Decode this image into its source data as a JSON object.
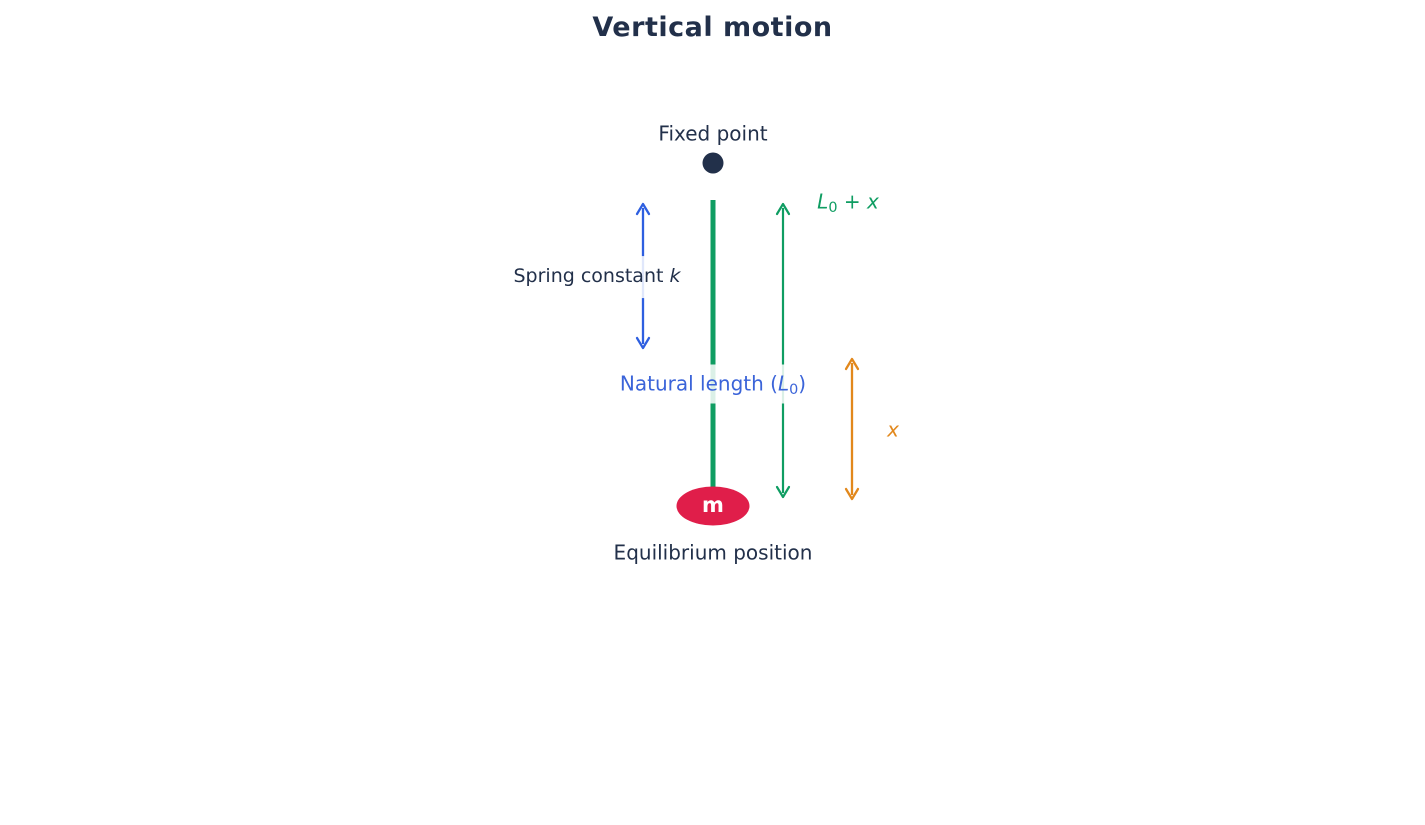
{
  "title": "Vertical motion",
  "colors": {
    "text_dark": "#22304a",
    "spring_green": "#0f9d62",
    "arrow_blue": "#2e5fe0",
    "label_blue": "#3b64d9",
    "arrow_orange": "#e2881c",
    "mass_red": "#e01e4a",
    "mass_text": "#ffffff"
  },
  "diagram": {
    "fixed_point_label": "Fixed point",
    "spring_constant": {
      "prefix": "Spring constant ",
      "symbol": "k"
    },
    "natural_length": {
      "prefix": "Natural length (",
      "symbol": "L",
      "subscript": "0",
      "suffix": ")"
    },
    "total_length": {
      "symbol": "L",
      "subscript": "0",
      "operator": " + ",
      "variable": "x"
    },
    "extension": {
      "symbol": "x"
    },
    "mass": {
      "symbol": "m"
    },
    "equilibrium_label": "Equilibrium position"
  }
}
